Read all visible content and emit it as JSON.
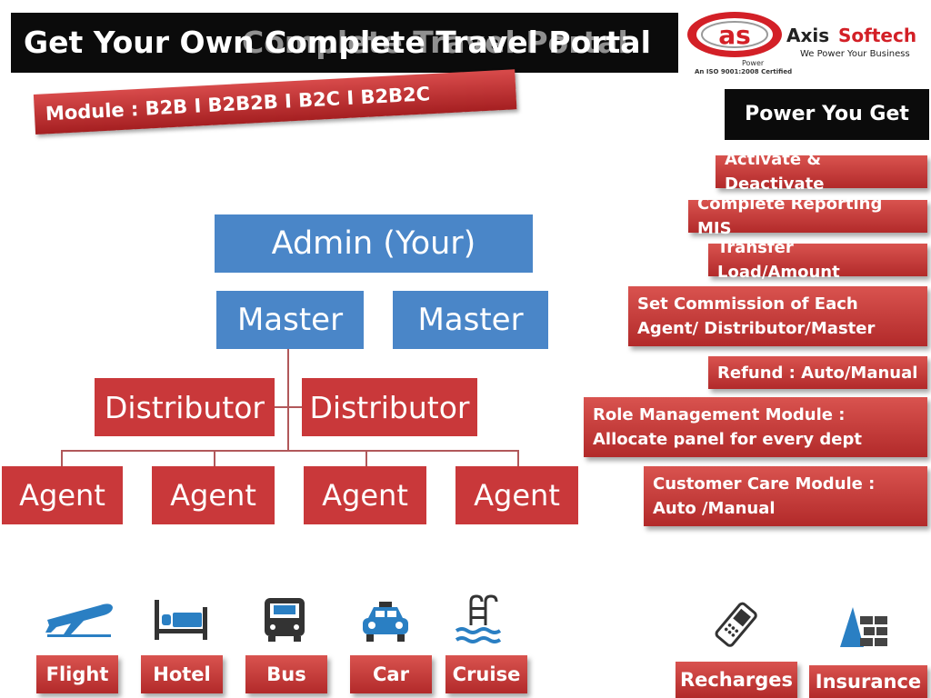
{
  "header": {
    "title": "Get Your Own Complete Travel Portal",
    "title_overlay": "Complete Travel Portal"
  },
  "logo": {
    "mark": "as",
    "brand_axis": "Axis",
    "brand_softech": "Softech",
    "tagline": "We Power Your Business",
    "power": "Power",
    "cert": "An ISO 9001:2008 Certified"
  },
  "module_ribbon": "Module :  B2B  I  B2B2B  I  B2C  I  B2B2C",
  "power_header": "Power You Get",
  "features": [
    "Activate & Deactivate",
    "Complete Reporting MIS",
    "Transfer Load/Amount",
    "Set Commission  of Each Agent/ Distributor/Master",
    "Refund : Auto/Manual",
    "Role Management Module  : Allocate panel for every dept",
    "Customer Care Module  : Auto /Manual"
  ],
  "hierarchy": {
    "admin": "Admin (Your)",
    "masters": [
      "Master",
      "Master"
    ],
    "distributors": [
      "Distributor",
      "Distributor"
    ],
    "agents": [
      "Agent",
      "Agent",
      "Agent",
      "Agent"
    ]
  },
  "categories": [
    {
      "label": "Flight",
      "icon": "airplane-icon"
    },
    {
      "label": "Hotel",
      "icon": "bed-icon"
    },
    {
      "label": "Bus",
      "icon": "bus-icon"
    },
    {
      "label": "Car",
      "icon": "taxi-icon"
    },
    {
      "label": "Cruise",
      "icon": "pool-ladder-icon"
    }
  ],
  "extras": [
    {
      "label": "Recharges",
      "icon": "mobile-phone-icon"
    },
    {
      "label": "Insurance",
      "icon": "shield-wall-icon"
    }
  ],
  "colors": {
    "accent_red": "#c9383a",
    "node_blue": "#4a86c8",
    "icon_blue": "#2a7fc3",
    "banner_black": "#0b0b0b"
  }
}
